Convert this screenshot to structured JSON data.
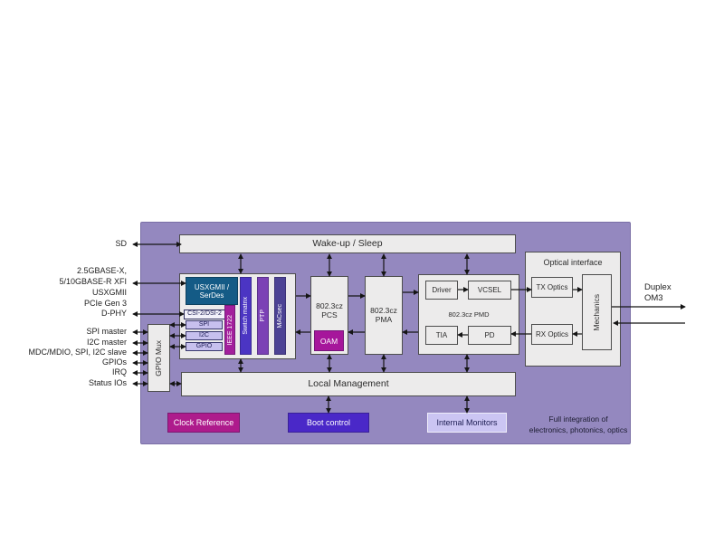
{
  "ports": {
    "sd": "SD",
    "highspeed": [
      "2.5GBASE-X,",
      "5/10GBASE-R XFI",
      "USXGMII",
      "PCIe Gen 3"
    ],
    "dphy": "D-PHY",
    "spi_master": "SPI master",
    "i2c_master": "I2C master",
    "mdc_mdio": "MDC/MDIO, SPI, I2C  slave",
    "gpios": "GPIOs",
    "irq": "IRQ",
    "status_ios": "Status IOs"
  },
  "blocks": {
    "wakeup": "Wake-up / Sleep",
    "local_mgmt": "Local Management",
    "gpio_mux": "GPIO Mux",
    "usxgmii": [
      "USXGMII /",
      "SerDes"
    ],
    "csi": "CSI-2/DSI-2",
    "spi": "SPI",
    "i2c": "I2C",
    "gpio": "GPIO",
    "ieee1722": "IEEE 1722",
    "switch_matrix": "Switch matrix",
    "ptp": "PTP",
    "macsec": "MACsec",
    "pcs": [
      "802.3cz",
      "PCS"
    ],
    "oam": "OAM",
    "pma": [
      "802.3cz",
      "PMA"
    ],
    "pmd_title": "802.3cz PMD",
    "driver": "Driver",
    "vcsel": "VCSEL",
    "tia": "TIA",
    "pd": "PD",
    "optical_title": "Optical interface",
    "tx_optics": "TX Optics",
    "rx_optics": "RX Optics",
    "mechanics": "Mechanics",
    "clock_ref": "Clock Reference",
    "boot": "Boot control",
    "monitors": "Internal Monitors"
  },
  "annotations": {
    "duplex": [
      "Duplex",
      "OM3"
    ],
    "integration": [
      "Full integration of",
      "electronics, photonics, optics"
    ]
  },
  "colors": {
    "container_purple": "#9488BF",
    "block_gray": "#ECEBEB",
    "usxgmii_blue": "#145B86",
    "magenta_oam": "#A6169B",
    "magenta_1722": "#A31F9C",
    "clock_reference_magenta": "#AE1B8C",
    "boot_indigo": "#4A28C8",
    "switch_matrix_violet": "#4B35C3",
    "ptp_purple": "#7B41B5",
    "macsec_slate": "#4C4294",
    "lavender": "#C7C0EE",
    "internal_monitors_lavender": "#CBC5F3"
  }
}
